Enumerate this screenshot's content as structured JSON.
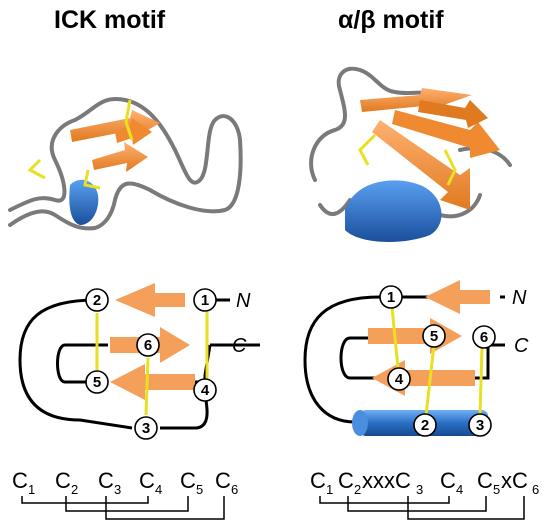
{
  "titles": {
    "left": "ICK motif",
    "right": "α/β motif"
  },
  "terminals": {
    "n": "N",
    "c": "C"
  },
  "cysteine_nodes": {
    "ick": [
      "1",
      "2",
      "3",
      "4",
      "5",
      "6"
    ],
    "ab": [
      "1",
      "2",
      "3",
      "4",
      "5",
      "6"
    ]
  },
  "sequence": {
    "ick": {
      "tokens": [
        {
          "main": "C",
          "sub": "1"
        },
        {
          "main": "C",
          "sub": "2"
        },
        {
          "main": "C",
          "sub": "3"
        },
        {
          "main": "C",
          "sub": "4"
        },
        {
          "main": "C",
          "sub": "5"
        },
        {
          "main": "C",
          "sub": "6"
        }
      ]
    },
    "ab": {
      "tokens": [
        {
          "main": "C",
          "sub": "1"
        },
        {
          "main": "C",
          "sub": "2"
        },
        {
          "main": "xxxC",
          "sub": "3"
        },
        {
          "main": "C",
          "sub": "4"
        },
        {
          "main": "C",
          "sub": "5"
        },
        {
          "main": "xC",
          "sub": "6"
        }
      ]
    }
  },
  "colors": {
    "strand": "#f5a05a",
    "strand_3d": "#f08a30",
    "helix": "#2a6fc4",
    "disulfide": "#e8e020",
    "backbone": "#000000",
    "coil_3d": "#808080"
  }
}
